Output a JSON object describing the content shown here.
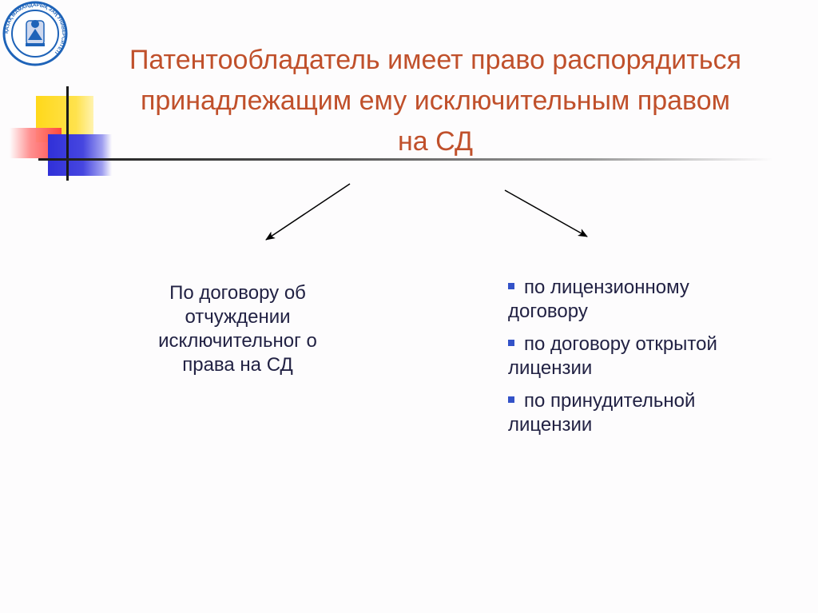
{
  "logo": {
    "ring_text": "ҚАЗАҚ МАМАНДАРЫҚ ЗАҢ УНИВЕРСИТЕТІ",
    "colors": {
      "ring": "#1e63b8",
      "center": "#ffffff"
    }
  },
  "title": "Патентообладатель имеет право распорядиться принадлежащим ему исключительным правом на СД",
  "left_box": {
    "text": "По договору об отчуждении исключительног о права на СД"
  },
  "right_list": {
    "items": [
      "по лицензионному договору",
      "по договору открытой лицензии",
      "по принудительной лицензии"
    ]
  },
  "colors": {
    "title": "#c0502b",
    "body_text": "#222244",
    "bullet": "#3352c8",
    "square_yellow": "#ffd81a",
    "square_red": "#ff4040",
    "square_blue": "#3030d8"
  },
  "icons": {
    "bullet": "square-bullet-icon",
    "arrow": "arrow-icon"
  }
}
